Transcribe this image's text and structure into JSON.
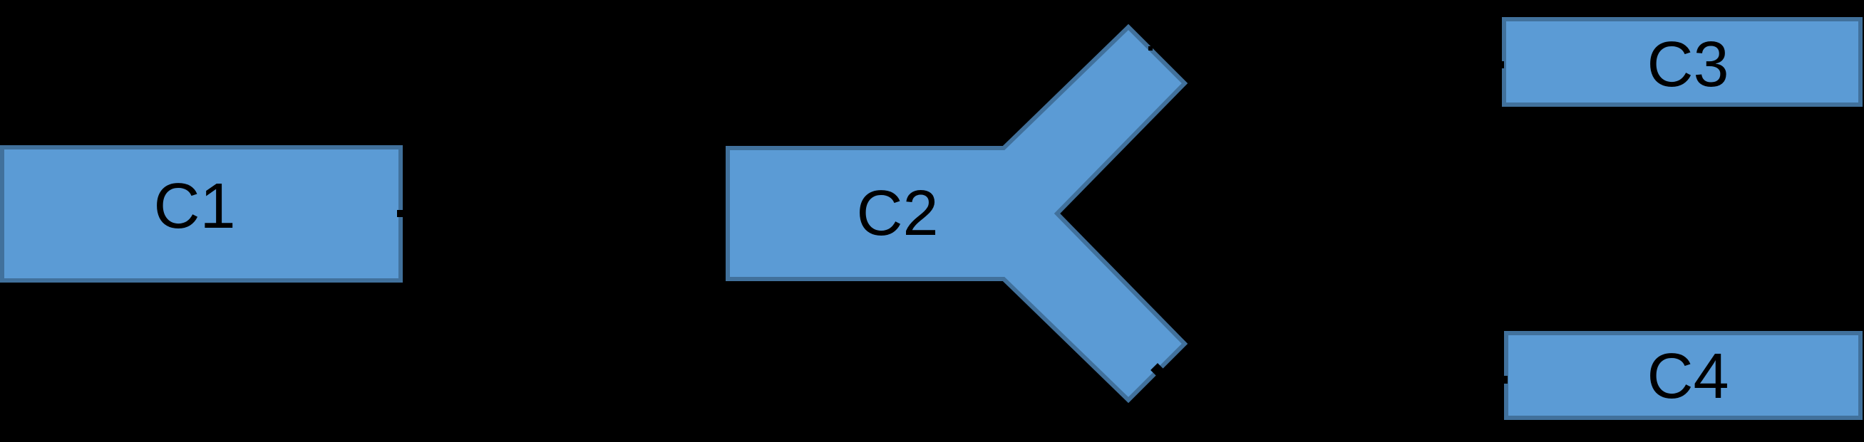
{
  "diagram": {
    "background_color": "#000000",
    "shape_fill_color": "#5B9BD5",
    "shape_border_color": "#41719C",
    "label_color": "#000000",
    "connector_mark_color": "#000000",
    "nodes": [
      {
        "id": "c1",
        "label": "C1",
        "shape": "rectangle",
        "position": "left"
      },
      {
        "id": "c2",
        "label": "C2",
        "shape": "y-branch-fork",
        "position": "center"
      },
      {
        "id": "c3",
        "label": "C3",
        "shape": "rectangle",
        "position": "top-right"
      },
      {
        "id": "c4",
        "label": "C4",
        "shape": "rectangle",
        "position": "bottom-right"
      }
    ],
    "connector_marks": [
      {
        "id": "mark-c1-right",
        "near": "c1 right edge"
      },
      {
        "id": "mark-c2-upper-arm",
        "near": "c2 upper arm edge"
      },
      {
        "id": "mark-c2-lower-arm",
        "near": "c2 lower arm edge"
      },
      {
        "id": "mark-c3-left",
        "near": "c3 left edge"
      },
      {
        "id": "mark-c4-left",
        "near": "c4 left edge"
      }
    ]
  }
}
